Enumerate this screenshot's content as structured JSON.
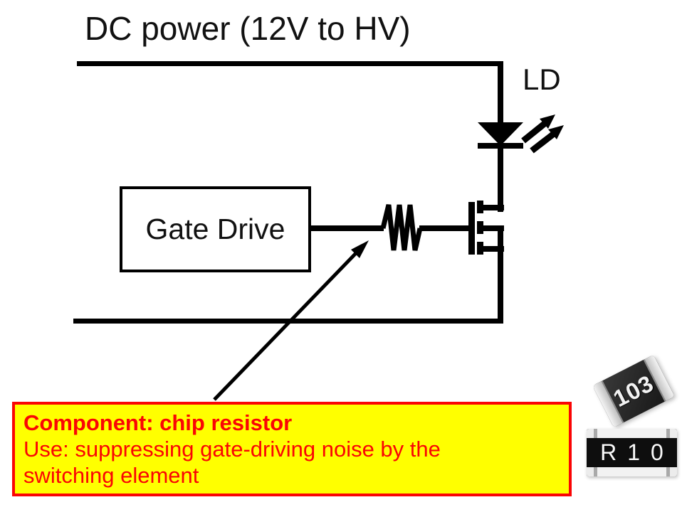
{
  "title": "DC power (12V to HV)",
  "circuit": {
    "ld_label": "LD",
    "gate_drive_label": "Gate Drive"
  },
  "callout": {
    "heading": "Component: chip resistor",
    "line2": "Use: suppressing gate-driving noise by the",
    "line3": "switching element",
    "background_color": "#ffff00",
    "accent_color": "#fa0505"
  },
  "photos": {
    "tilted_chip_marking": "103",
    "flat_chip_marking": "R10"
  },
  "colors": {
    "wire": "#000000",
    "page_background": "#ffffff"
  }
}
